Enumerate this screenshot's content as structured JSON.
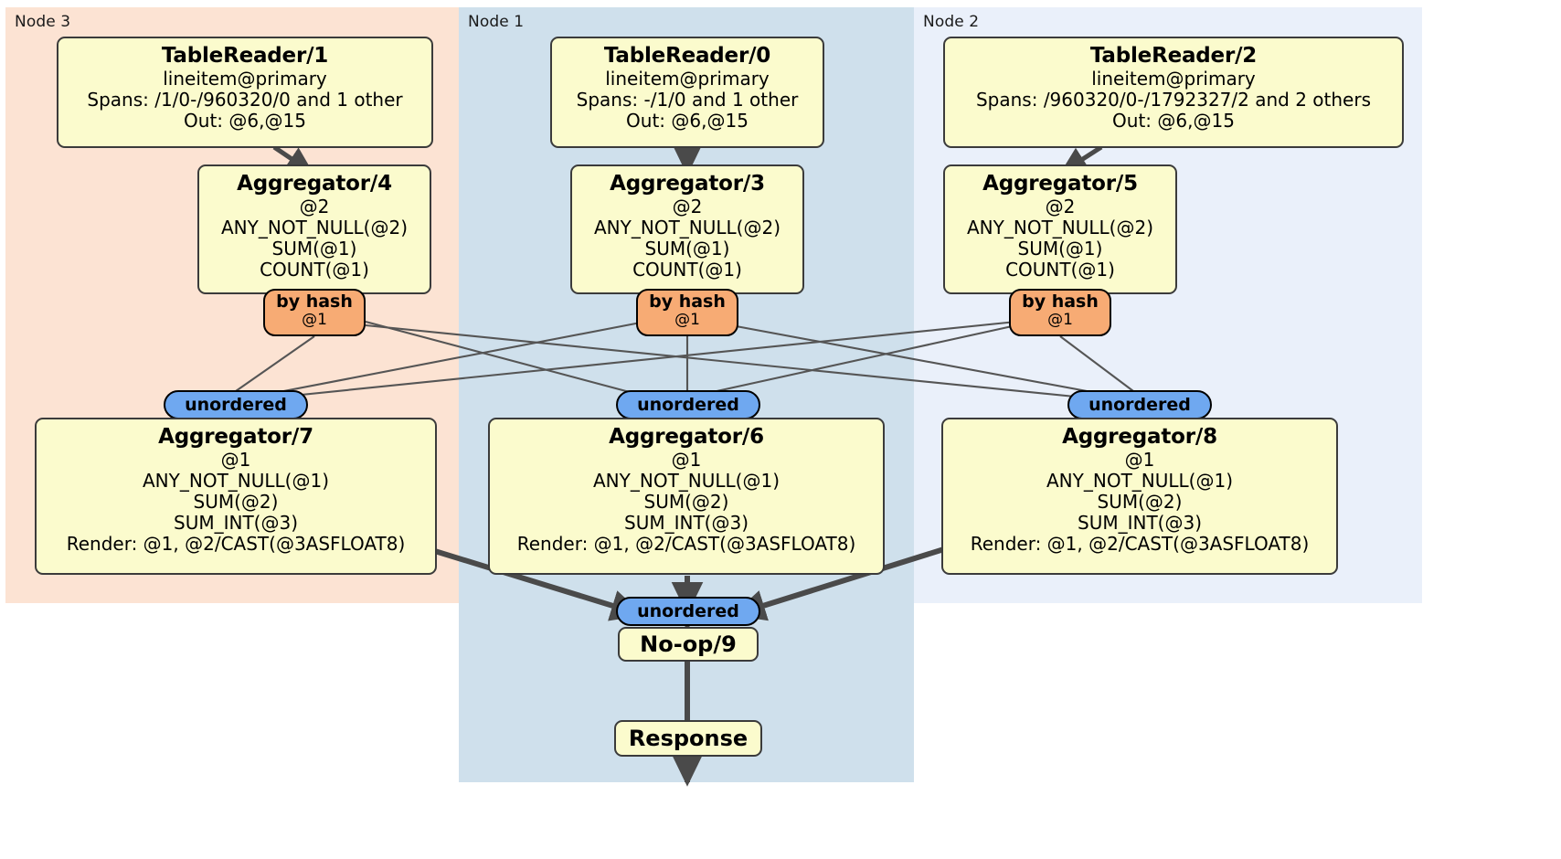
{
  "diagram": {
    "type": "distsql-physical-plan",
    "panels": [
      {
        "id": "node3",
        "label": "Node 3",
        "color": "#fce3d3"
      },
      {
        "id": "node1",
        "label": "Node 1",
        "color": "#cfe0ec"
      },
      {
        "id": "node2",
        "label": "Node 2",
        "color": "#eaf0fa"
      }
    ]
  },
  "nodes": {
    "tablereader1": {
      "title": "TableReader/1",
      "lines": [
        "lineitem@primary",
        "Spans: /1/0-/960320/0 and 1 other",
        "Out: @6,@15"
      ]
    },
    "tablereader0": {
      "title": "TableReader/0",
      "lines": [
        "lineitem@primary",
        "Spans: -/1/0 and 1 other",
        "Out: @6,@15"
      ]
    },
    "tablereader2": {
      "title": "TableReader/2",
      "lines": [
        "lineitem@primary",
        "Spans: /960320/0-/1792327/2 and 2 others",
        "Out: @6,@15"
      ]
    },
    "aggregator4": {
      "title": "Aggregator/4",
      "lines": [
        "@2",
        "ANY_NOT_NULL(@2)",
        "SUM(@1)",
        "COUNT(@1)"
      ]
    },
    "aggregator3": {
      "title": "Aggregator/3",
      "lines": [
        "@2",
        "ANY_NOT_NULL(@2)",
        "SUM(@1)",
        "COUNT(@1)"
      ]
    },
    "aggregator5": {
      "title": "Aggregator/5",
      "lines": [
        "@2",
        "ANY_NOT_NULL(@2)",
        "SUM(@1)",
        "COUNT(@1)"
      ]
    },
    "aggregator7": {
      "title": "Aggregator/7",
      "lines": [
        "@1",
        "ANY_NOT_NULL(@1)",
        "SUM(@2)",
        "SUM_INT(@3)",
        "Render: @1, @2/CAST(@3ASFLOAT8)"
      ]
    },
    "aggregator6": {
      "title": "Aggregator/6",
      "lines": [
        "@1",
        "ANY_NOT_NULL(@1)",
        "SUM(@2)",
        "SUM_INT(@3)",
        "Render: @1, @2/CAST(@3ASFLOAT8)"
      ]
    },
    "aggregator8": {
      "title": "Aggregator/8",
      "lines": [
        "@1",
        "ANY_NOT_NULL(@1)",
        "SUM(@2)",
        "SUM_INT(@3)",
        "Render: @1, @2/CAST(@3ASFLOAT8)"
      ]
    },
    "noop9": {
      "title": "No-op/9"
    },
    "response": {
      "title": "Response"
    }
  },
  "routers": {
    "hash_left": {
      "label": "by hash",
      "sublabel": "@1"
    },
    "hash_center": {
      "label": "by hash",
      "sublabel": "@1"
    },
    "hash_right": {
      "label": "by hash",
      "sublabel": "@1"
    },
    "unordered_left": {
      "label": "unordered"
    },
    "unordered_center": {
      "label": "unordered"
    },
    "unordered_right": {
      "label": "unordered"
    },
    "unordered_final": {
      "label": "unordered"
    }
  },
  "colors": {
    "box_fill": "#fbfbcd",
    "box_stroke": "#3b3b3b",
    "hash_fill": "#f7ab74",
    "unordered_fill": "#6fa8f0",
    "edge_thin": "#555555",
    "edge_thick": "#4a4a4a"
  }
}
